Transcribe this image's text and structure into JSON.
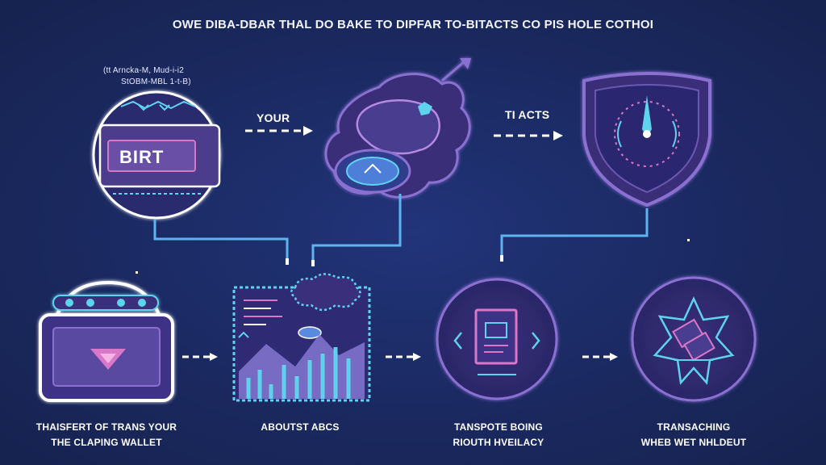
{
  "title": "OWE DIBA-DBAR THAL DO BAKE TO DIPFAR TO-BITACTS CO PIS HOLE COTHOI",
  "top_tag": {
    "line1": "(tt Arncka-M, Mud-i-i2",
    "line2": "StOBM-MBL 1-t-B)"
  },
  "flow_labels": {
    "your": "YOUR",
    "acts": "TI ACTS"
  },
  "wallet_screen_text": "BIRT",
  "captions": [
    {
      "line1": "THAISFERT OF TRANS YOUR",
      "line2": "THE CLAPING WALLET"
    },
    {
      "line1": "ABOUTST ABCS",
      "line2": ""
    },
    {
      "line1": "TANSPOTE BOING",
      "line2": "RIOUTH HVEILACY"
    },
    {
      "line1": "TRANSACHING",
      "line2": "WHEB WET NHLDEUT"
    }
  ],
  "colors": {
    "background": "#1b2a63",
    "cyan": "#5fd2ee",
    "purple": "#7a62b8",
    "pink": "#d977c8",
    "white": "#ffffff"
  },
  "icons": {
    "wallet_top": "wallet-screen-icon",
    "gear_piggy": "gear-piggybank-icon",
    "shield": "shield-compass-icon",
    "wallet_bottom": "wallet-icon",
    "analytics": "chart-cloud-icon",
    "document_circle": "document-icon",
    "star_circle": "star-transfer-icon"
  }
}
